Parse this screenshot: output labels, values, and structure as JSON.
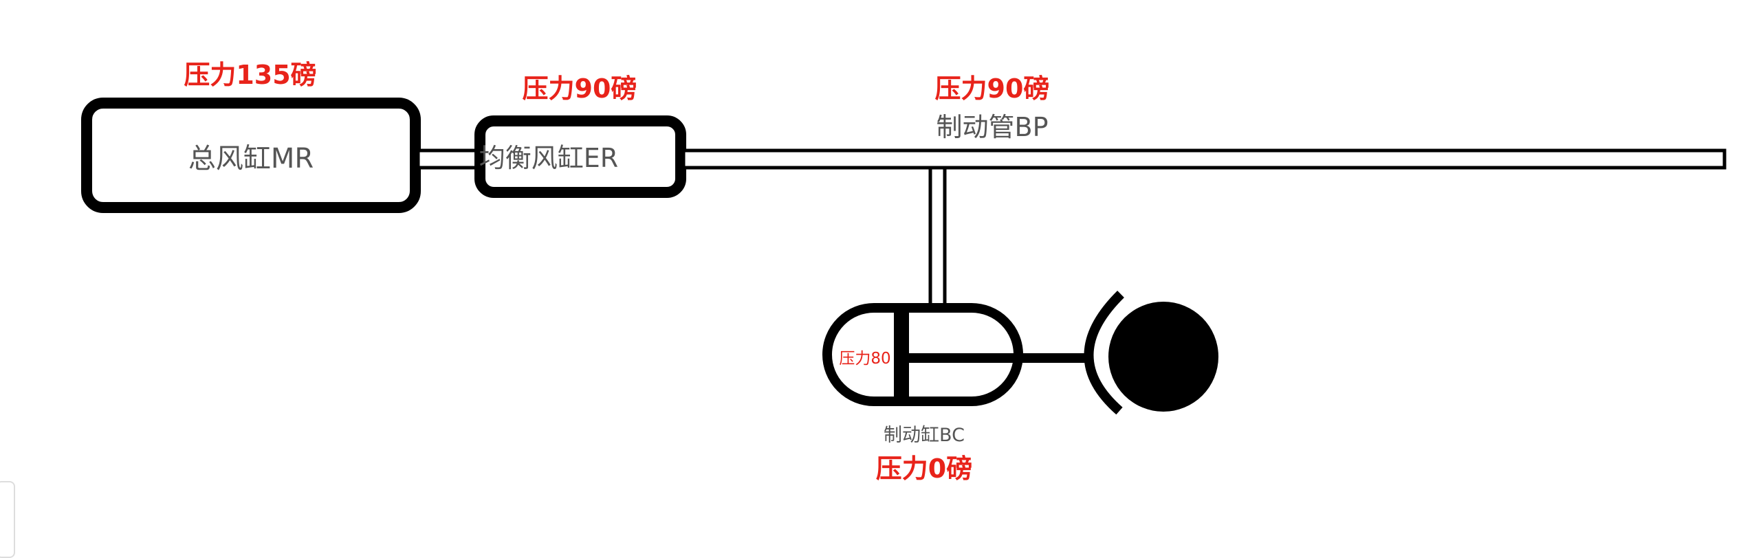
{
  "main_reservoir": {
    "name": "总风缸MR",
    "pressure_label": "压力135磅"
  },
  "equalizing_reservoir": {
    "name": "均衡风缸ER",
    "pressure_label": "压力90磅"
  },
  "brake_pipe": {
    "name": "制动管BP",
    "pressure_label": "压力90磅"
  },
  "brake_cylinder": {
    "name": "制动缸BC",
    "inner_label": "压力80",
    "pressure_label": "压力0磅"
  },
  "colors": {
    "label_red": "#e8231a",
    "label_gray": "#555555",
    "stroke": "#000000"
  }
}
